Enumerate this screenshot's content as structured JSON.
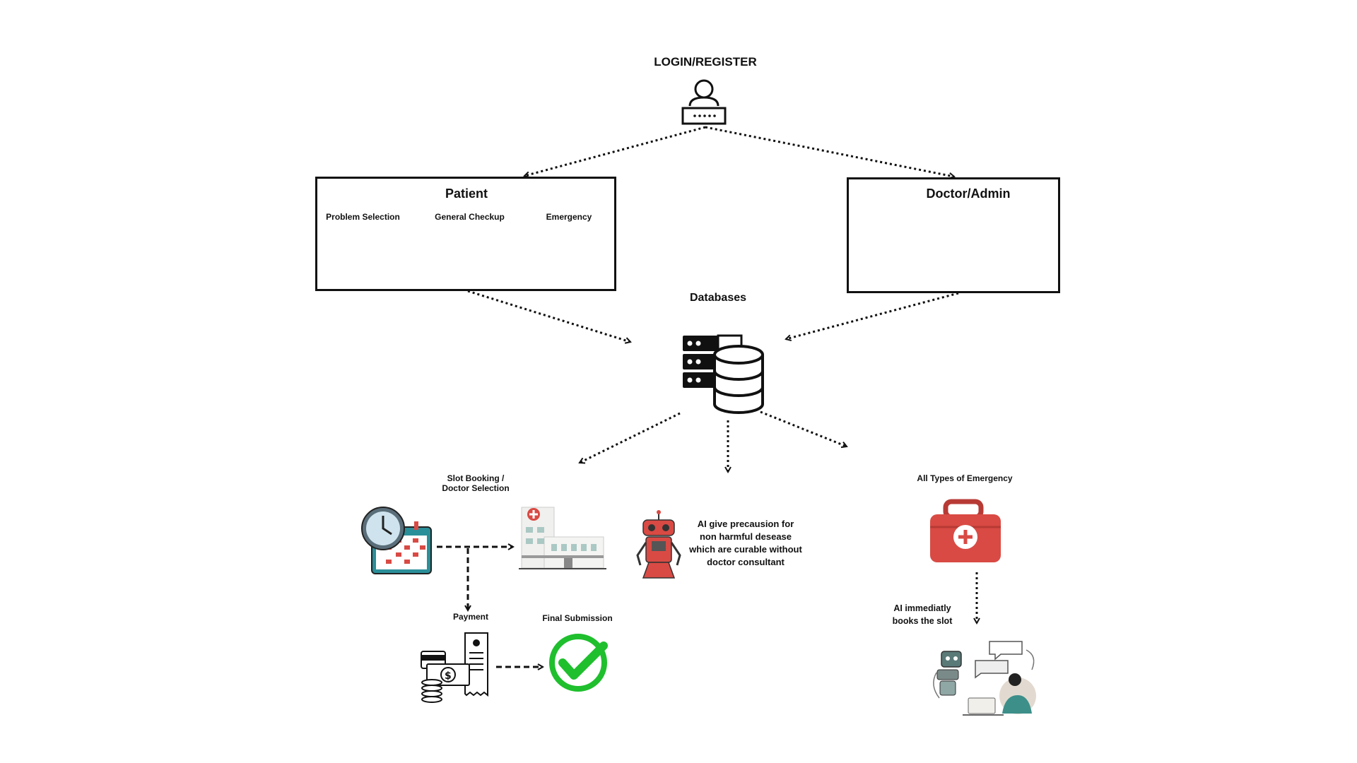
{
  "login": {
    "label": "LOGIN/REGISTER"
  },
  "patient": {
    "title": "Patient",
    "items": [
      {
        "label": "Problem Selection",
        "icon": "patient-iv-icon"
      },
      {
        "label": "General Checkup",
        "icon": "prescription-clipboard-icon"
      },
      {
        "label": "Emergency",
        "icon": "first-aid-kit-icon"
      }
    ]
  },
  "doctor": {
    "title": "Doctor/Admin",
    "icon": "doctor-icon"
  },
  "databases": {
    "label": "Databases",
    "icon": "database-server-icon"
  },
  "flow": {
    "slot_booking": "Slot Booking /\nDoctor Selection",
    "payment": "Payment",
    "final_submission": "Final Submission",
    "ai_precaution": "AI give precausion for\nnon harmful desease\nwhich are curable without\ndoctor consultant",
    "all_emergency": "All Types of Emergency",
    "ai_books": "AI immediatly\nbooks the slot"
  },
  "colors": {
    "red": "#d94a44",
    "green": "#1fbf2e",
    "teal": "#2a8f99",
    "line": "#111111"
  }
}
